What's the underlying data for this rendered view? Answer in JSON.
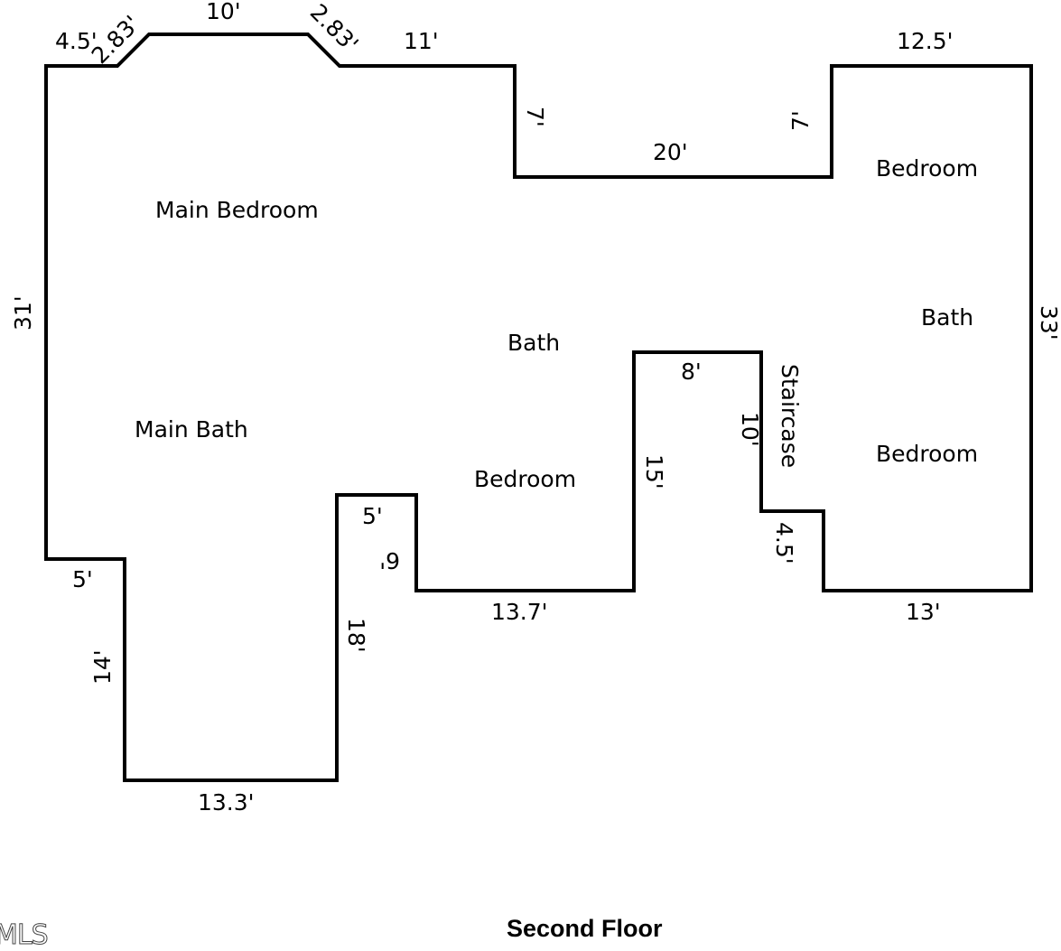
{
  "floor": {
    "title": "Second Floor",
    "watermark": "MLS",
    "line_color": "#000000",
    "rooms": {
      "main_bedroom": "Main Bedroom",
      "main_bath": "Main Bath",
      "bath_center": "Bath",
      "bedroom_center": "Bedroom",
      "bedroom_top_right": "Bedroom",
      "bath_right": "Bath",
      "bedroom_bottom_right": "Bedroom",
      "staircase": "Staircase"
    },
    "dimensions": {
      "top_left_short": "4.5'",
      "left_diagonal": "2.83'",
      "top_bay": "10'",
      "right_diagonal": "2.83'",
      "top_mid": "11'",
      "notch_left": "7'",
      "notch_bottom": "20'",
      "notch_right": "7'",
      "top_right": "12.5'",
      "right_side": "33'",
      "left_side": "31'",
      "left_step": "5'",
      "lower_left": "14'",
      "bottom_left": "13.3'",
      "inner_tall": "18'",
      "step_top": "5'",
      "step_side": "6'",
      "bottom_mid": "13.7'",
      "stair_left": "15'",
      "stair_top": "8'",
      "stair_inner": "10'",
      "stair_step": "4.5'",
      "bottom_right": "13'"
    }
  }
}
